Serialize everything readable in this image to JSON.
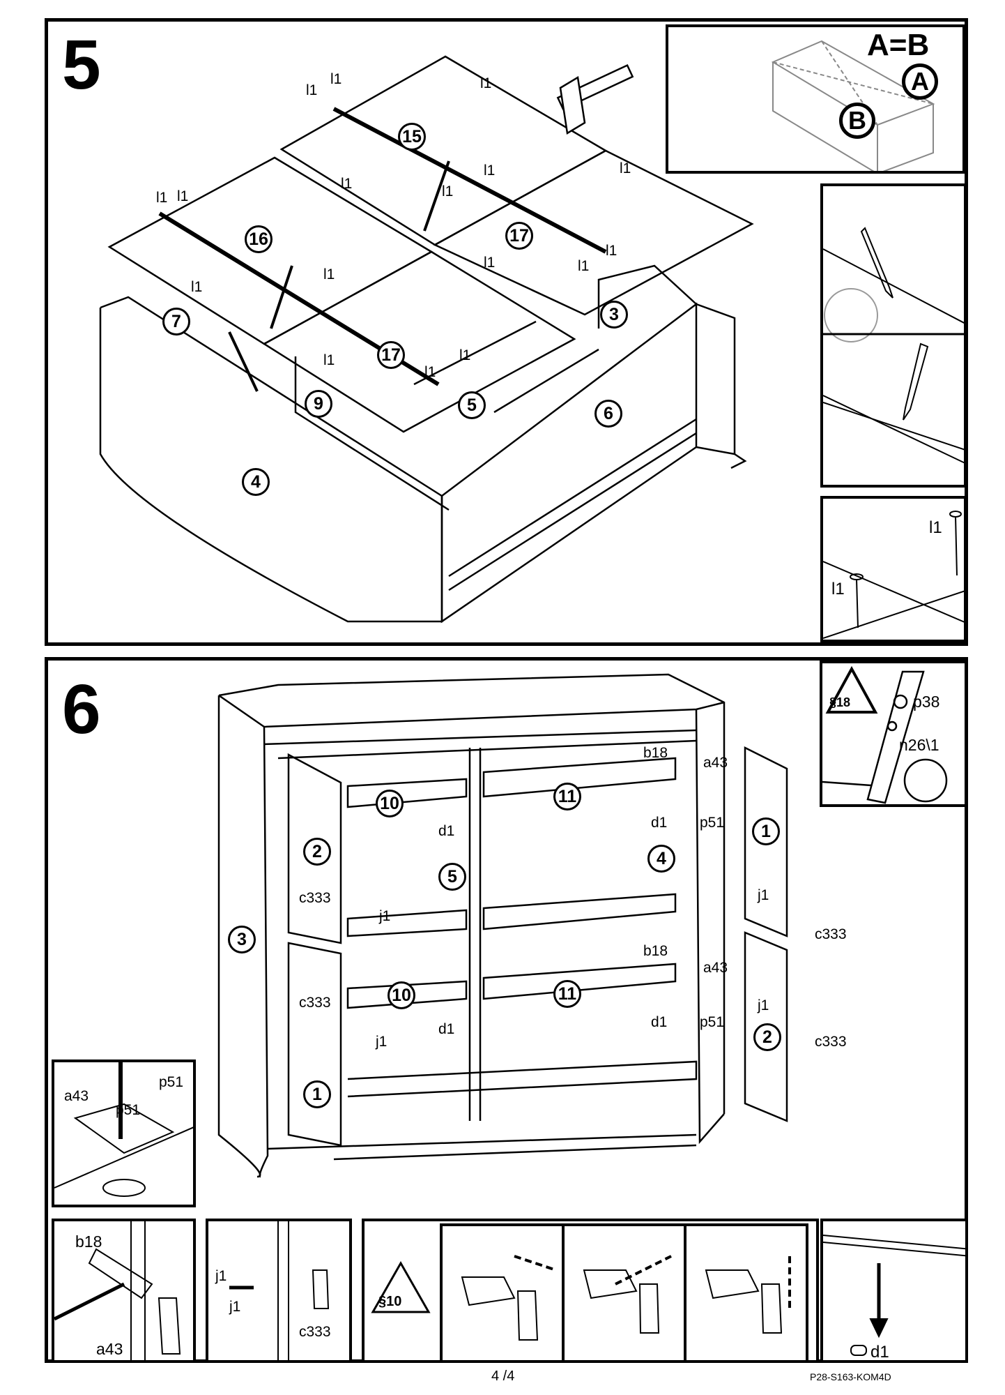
{
  "step5": {
    "number": "5",
    "nail_label": "l1",
    "parts": {
      "p15": "15",
      "p16": "16",
      "p17": "17",
      "p7": "7",
      "p3": "3",
      "p9": "9",
      "p5": "5",
      "p6": "6",
      "p4": "4"
    },
    "inset_ab": {
      "equation": "A=B",
      "a": "A",
      "b": "B"
    }
  },
  "step6": {
    "number": "6",
    "parts": {
      "p10": "10",
      "p11": "11",
      "p2": "2",
      "p1": "1",
      "p3": "3",
      "p4": "4",
      "p5": "5"
    },
    "hw": {
      "b18": "b18",
      "a43": "a43",
      "p51": "p51",
      "d1": "d1",
      "j1": "j1",
      "c333": "c333",
      "p38": "p38",
      "n26": "n26\\1"
    },
    "warning_18": "§18",
    "warning_10": "§10"
  },
  "footer": {
    "page": "4 /4",
    "code": "P28-S163-KOM4D"
  }
}
